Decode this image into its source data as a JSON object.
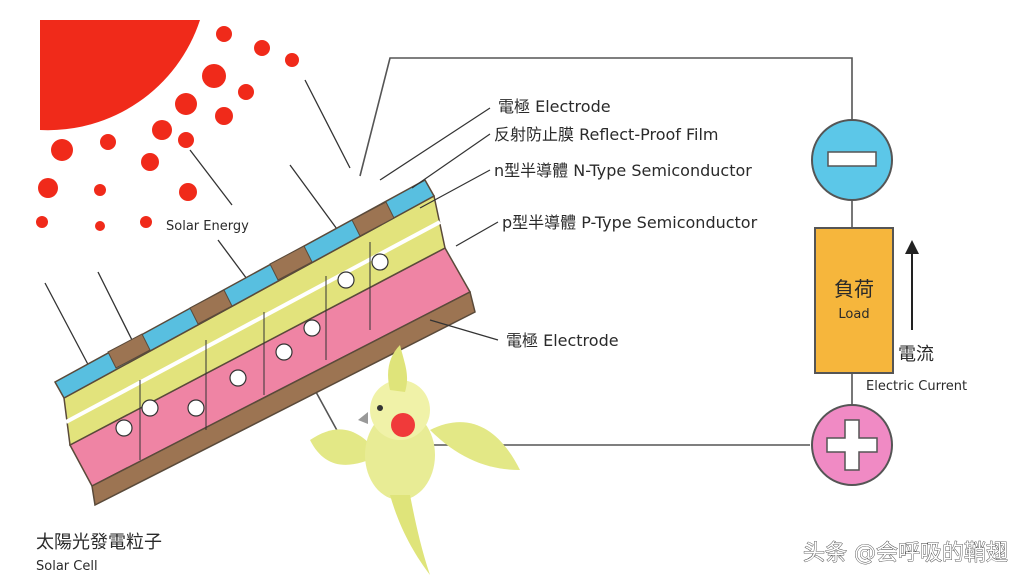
{
  "labels": {
    "electrode_top": "電極 Electrode",
    "antireflect": "反射防止膜 Reflect-Proof Film",
    "ntype": "n型半導體 N-Type Semiconductor",
    "ptype": "p型半導體 P-Type Semiconductor",
    "electrode_bottom": "電極 Electrode",
    "solar_energy": "Solar Energy",
    "load_cn": "負荷",
    "load_en": "Load",
    "current_cn": "電流",
    "current_en": "Electric Current",
    "cell_cn": "太陽光發電粒子",
    "cell_en": "Solar Cell"
  },
  "watermark": "头条 @会呼吸的鞘翅",
  "colors": {
    "sun": "#f02a1a",
    "ntype": "#e2e37c",
    "ptype": "#ef84a4",
    "electrode": "#9c7452",
    "film": "#58bfe0",
    "load": "#f6b63c",
    "minus": "#5cc7e8",
    "plus": "#f08ac4"
  },
  "icons": {
    "minus": "minus-icon",
    "plus": "plus-icon",
    "bird": "cockatiel-bird-icon"
  }
}
